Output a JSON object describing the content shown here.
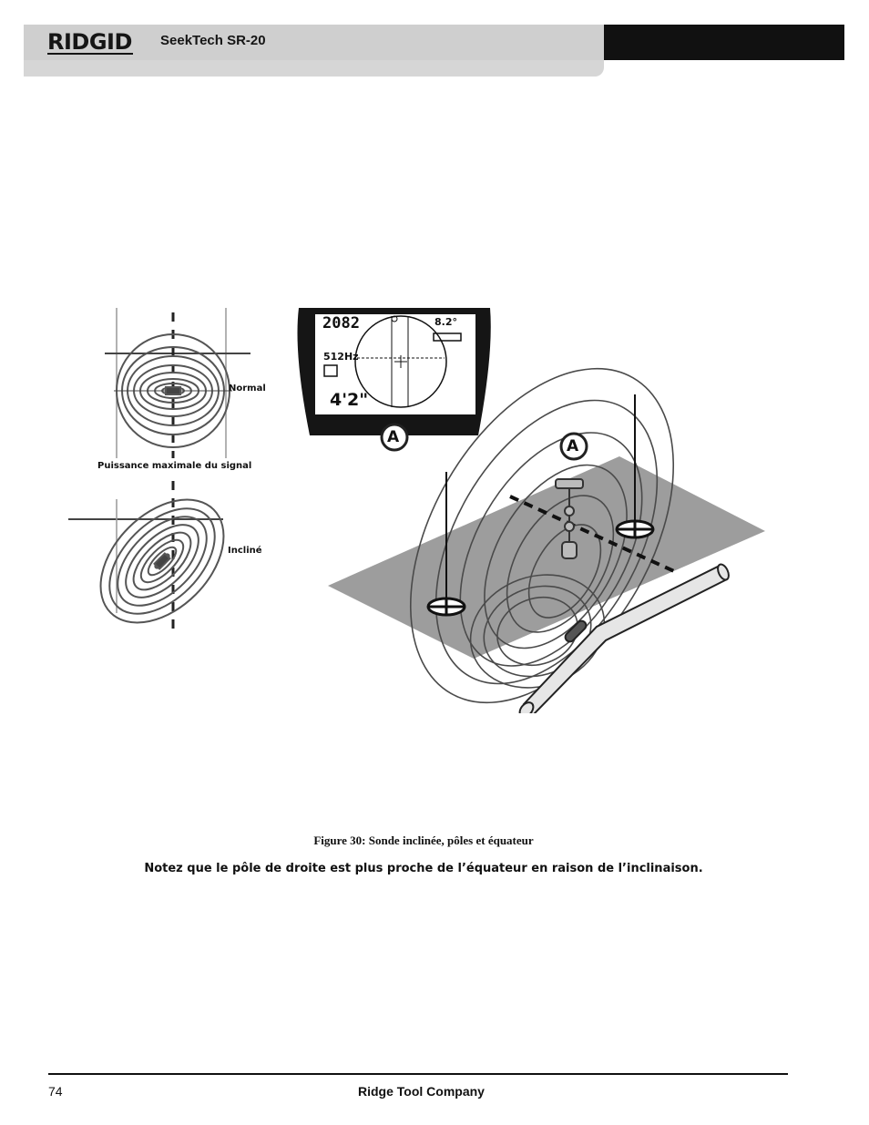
{
  "header": {
    "brand": "RIDGID",
    "product": "SeekTech SR-20"
  },
  "figure": {
    "label_normal": "Normal",
    "label_max_signal": "Puissance maximale du signal",
    "label_tilted": "Incliné",
    "screen": {
      "signal_strength": "2082",
      "angle": "8.2°",
      "frequency": "512Hz",
      "depth": "4'2\""
    },
    "marker_a_screen": "A",
    "marker_a_field": "A"
  },
  "caption": "Figure 30: Sonde inclinée, pôles et équateur",
  "note": "Notez que le pôle de droite est plus proche de l’équateur en raison de l’inclinaison.",
  "footer": {
    "page_number": "74",
    "company": "Ridge Tool Company"
  }
}
